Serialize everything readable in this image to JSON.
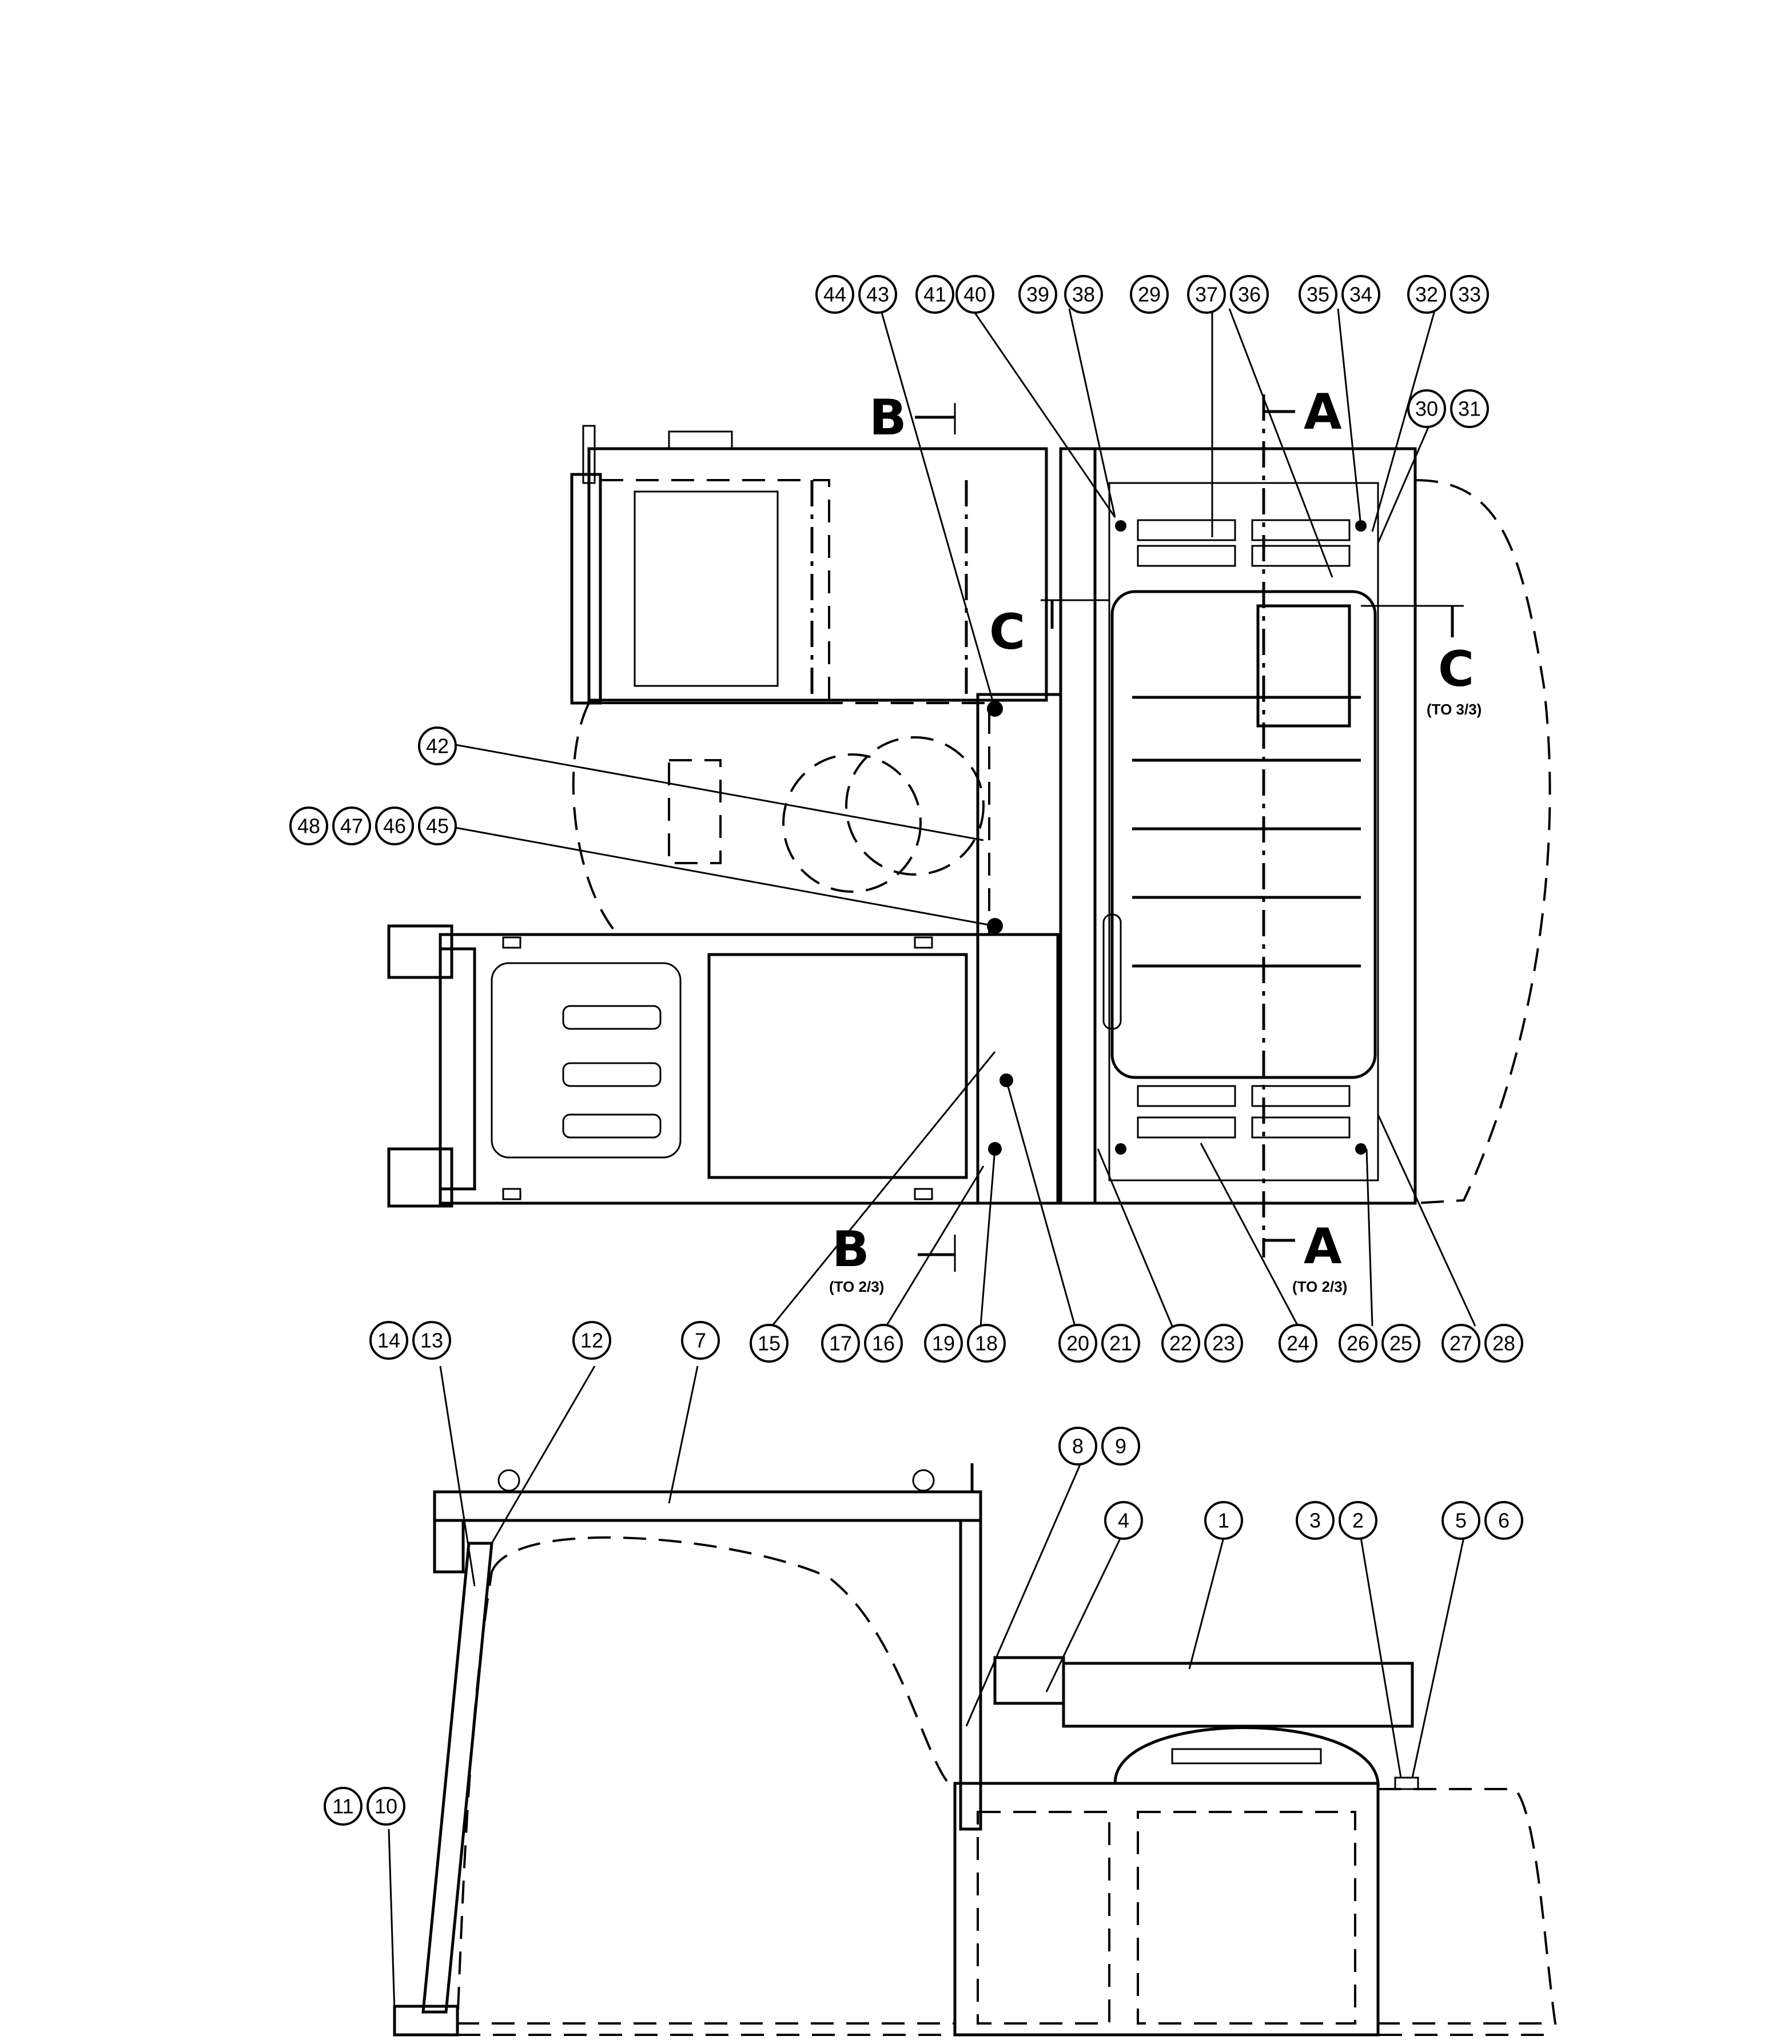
{
  "balloons": {
    "b44": "44",
    "b43": "43",
    "b41": "41",
    "b40": "40",
    "b39": "39",
    "b38": "38",
    "b29": "29",
    "b37": "37",
    "b36": "36",
    "b35": "35",
    "b34": "34",
    "b32": "32",
    "b33": "33",
    "b30": "30",
    "b31": "31",
    "b42": "42",
    "b48": "48",
    "b47": "47",
    "b46": "46",
    "b45": "45",
    "b15": "15",
    "b17": "17",
    "b16": "16",
    "b19": "19",
    "b18": "18",
    "b20": "20",
    "b21": "21",
    "b22": "22",
    "b23": "23",
    "b24": "24",
    "b26": "26",
    "b25": "25",
    "b27": "27",
    "b28": "28",
    "b14": "14",
    "b13": "13",
    "b12": "12",
    "b7": "7",
    "b8": "8",
    "b9": "9",
    "b4": "4",
    "b1": "1",
    "b3": "3",
    "b2": "2",
    "b5": "5",
    "b6": "6",
    "b11": "11",
    "b10": "10"
  },
  "sections": {
    "a_top": "A",
    "a_bottom": "A",
    "a_ref": "(TO 2/3)",
    "b_top": "B",
    "b_bottom": "B",
    "b_ref": "(TO 2/3)",
    "c_left": "C",
    "c_right": "C",
    "c_ref": "(TO 3/3)"
  }
}
